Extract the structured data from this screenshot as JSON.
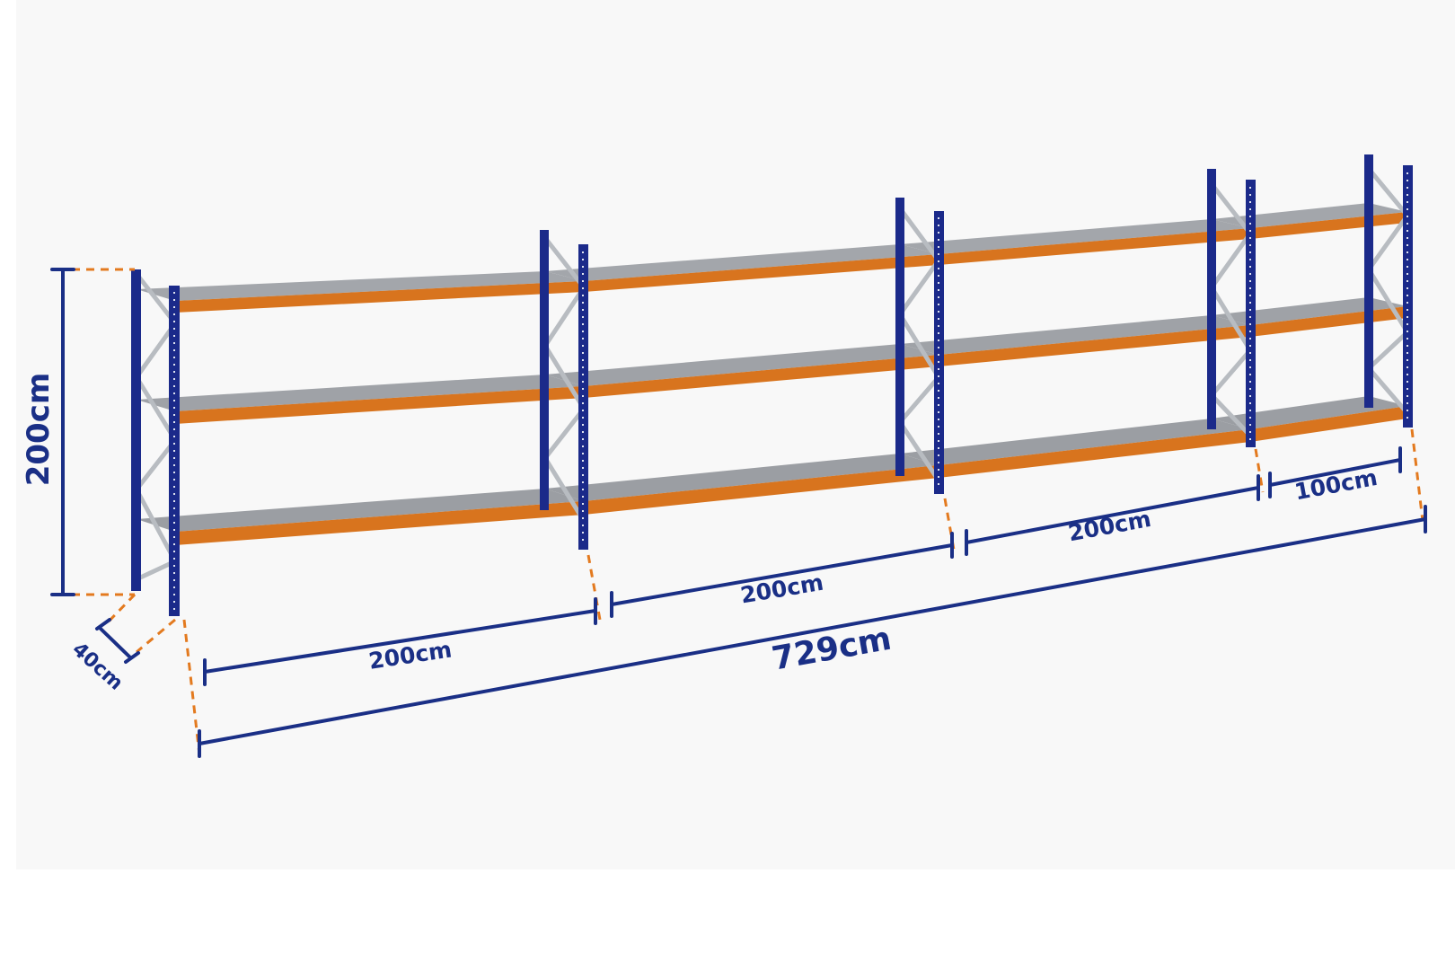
{
  "diagram": {
    "colors": {
      "background": "#f8f8f8",
      "upright": "#1b2a8a",
      "beam": "#d8741e",
      "shelf": "#9b9ea3",
      "brace": "#b8bcc1",
      "dimension_line": "#1a2f86",
      "extension_dash": "#e37a1f"
    },
    "dimensions": {
      "height": "200cm",
      "depth": "40cm",
      "bay1": "200cm",
      "bay2": "200cm",
      "bay3": "200cm",
      "bay4": "100cm",
      "total": "729cm"
    }
  }
}
